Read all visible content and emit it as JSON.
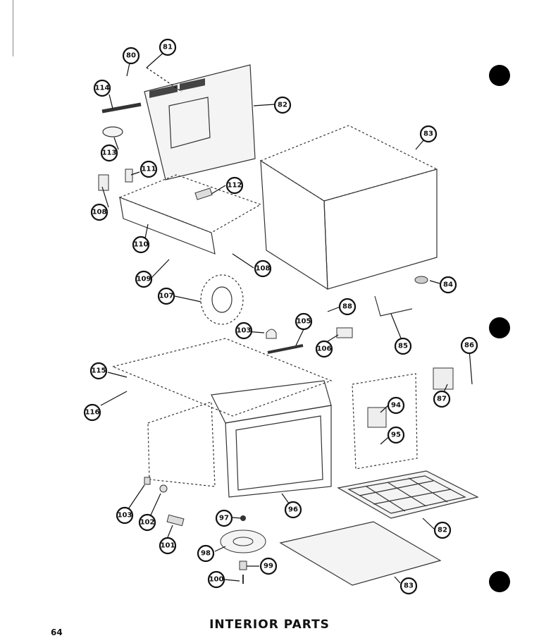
{
  "page": {
    "title": "INTERIOR PARTS",
    "page_number": "64"
  },
  "callouts": [
    {
      "id": "c80",
      "label": "80"
    },
    {
      "id": "c81",
      "label": "81"
    },
    {
      "id": "c82a",
      "label": "82"
    },
    {
      "id": "c83a",
      "label": "83"
    },
    {
      "id": "c84",
      "label": "84"
    },
    {
      "id": "c85",
      "label": "85"
    },
    {
      "id": "c86",
      "label": "86"
    },
    {
      "id": "c87",
      "label": "87"
    },
    {
      "id": "c88",
      "label": "88"
    },
    {
      "id": "c82b",
      "label": "82"
    },
    {
      "id": "c83b",
      "label": "83"
    },
    {
      "id": "c94",
      "label": "94"
    },
    {
      "id": "c95",
      "label": "95"
    },
    {
      "id": "c96",
      "label": "96"
    },
    {
      "id": "c97",
      "label": "97"
    },
    {
      "id": "c98",
      "label": "98"
    },
    {
      "id": "c99",
      "label": "99"
    },
    {
      "id": "c100",
      "label": "100"
    },
    {
      "id": "c101",
      "label": "101"
    },
    {
      "id": "c102",
      "label": "102"
    },
    {
      "id": "c103a",
      "label": "103"
    },
    {
      "id": "c103b",
      "label": "103"
    },
    {
      "id": "c105",
      "label": "105"
    },
    {
      "id": "c106",
      "label": "106"
    },
    {
      "id": "c107",
      "label": "107"
    },
    {
      "id": "c108a",
      "label": "108"
    },
    {
      "id": "c108b",
      "label": "108"
    },
    {
      "id": "c109",
      "label": "109"
    },
    {
      "id": "c110",
      "label": "110"
    },
    {
      "id": "c111",
      "label": "111"
    },
    {
      "id": "c112",
      "label": "112"
    },
    {
      "id": "c113",
      "label": "113"
    },
    {
      "id": "c114",
      "label": "114"
    },
    {
      "id": "c115",
      "label": "115"
    },
    {
      "id": "c116",
      "label": "116"
    }
  ],
  "colors": {
    "ink": "#111111",
    "line": "#333333",
    "paper": "#ffffff"
  }
}
